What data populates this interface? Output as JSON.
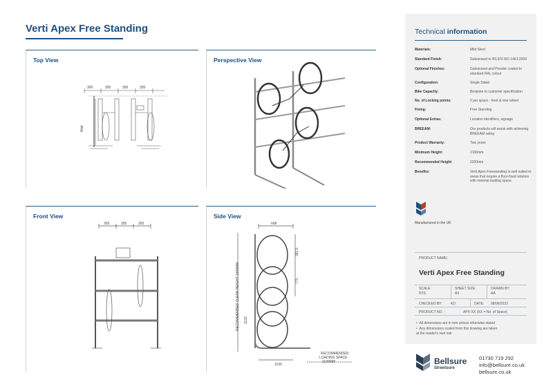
{
  "page": {
    "title": "Verti Apex Free Standing"
  },
  "views": {
    "top": {
      "title": "Top View",
      "dims": [
        "300",
        "305",
        "305",
        "305"
      ],
      "wall": "Wall"
    },
    "perspective": {
      "title": "Perspective View"
    },
    "front": {
      "title": "Front View",
      "dims": [
        "305",
        "305",
        "305"
      ]
    },
    "side": {
      "title": "Side View",
      "dim_top": "668",
      "dim_right": [
        "381.5",
        "775"
      ],
      "dim_left": [
        "1133"
      ],
      "vertical_label": "RECOMMENDED CLEAR HEIGHT 2200MM",
      "dim_bottom": "1100",
      "loading_label": [
        "RECOMMENDED",
        "LOADING SPACE",
        "1100MM"
      ]
    }
  },
  "technical": {
    "heading_plain": "Technical ",
    "heading_bold": "information",
    "rows": [
      {
        "key": "Materials:",
        "value": "Mild Steel"
      },
      {
        "key": "Standard Finish:",
        "value": "Galvanised to BS EN ISO 1461:2009"
      },
      {
        "key": "Optional Finishes:",
        "value": "Galvanised and Powder coated to standard RAL colour"
      },
      {
        "key": "Configuration:",
        "value": "Single Sided"
      },
      {
        "key": "Bike Capacity:",
        "value": "Bespoke to customer specification"
      },
      {
        "key": "No. of Locking points:",
        "value": "2 per space - front & rear wheel"
      },
      {
        "key": "Fixing:",
        "value": "Free Standing"
      },
      {
        "key": "Optional Extras:",
        "value": "Location identifiers, signage"
      },
      {
        "key": "BREEAM:",
        "value": "Our products will assist with achieving BREEAM rating"
      },
      {
        "key": "Product Warranty:",
        "value": "Two years"
      },
      {
        "key": "Minimum Height:",
        "value": "2100mm"
      },
      {
        "key": "Recommended Height:",
        "value": "2200mm"
      },
      {
        "key": "Benefits:",
        "value": "Verti Apex Freestanding is well suited to areas that require a floor-fixed solution with minimal loading space."
      }
    ]
  },
  "manufactured": "Manufactured in the UK",
  "title_block": {
    "product_name_label": "PRODUCT NAME:",
    "product_name": "Verti Apex Free Standing",
    "scale_label": "SCALE:",
    "scale": "NTS",
    "sheet_label": "SHEET SIZE:",
    "sheet": "A3",
    "drawn_label": "DRAWN BY:",
    "drawn": "AA",
    "checked_label": "CHECKED BY:",
    "checked": "KD",
    "date_label": "DATE:",
    "date": "08/06/2022",
    "product_no_label": "PRODUCT NO. :",
    "product_no": "APX-XX (XX = No. of Space)"
  },
  "notes": [
    "All dimensions are in mm unless otherwise stated",
    "Any dimensions scaled from this drawing are taken at the reader's own risk"
  ],
  "brand": {
    "name": "Bellsure",
    "sub": "Streetsure",
    "color": "#2b3e50"
  },
  "contact": {
    "phone": "01730 719 292",
    "email": "info@bellsure.co.uk",
    "web": "bellsure.co.uk"
  },
  "colors": {
    "accent": "#1d4f80",
    "sidebar_bg": "#f1f1f1"
  }
}
